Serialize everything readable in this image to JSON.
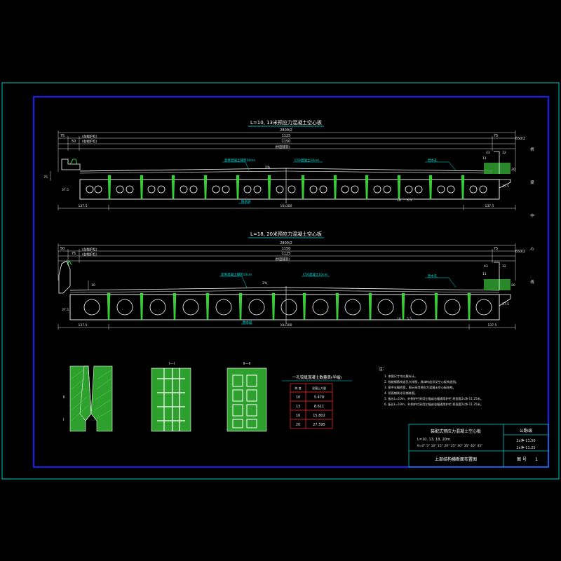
{
  "colors": {
    "background": "#000000",
    "outer_frame": "#00c8c8",
    "inner_frame": "#1a1aff",
    "concrete": "#ffffff",
    "dimension": "#e0e0e0",
    "hinge_fill": "#30d030",
    "leader": "#00e5e5",
    "table_line": "#ff3030"
  },
  "section1": {
    "title": "L=10, 13米预应力混凝土空心板",
    "total_width": "2800/2",
    "d_left_edge": "75",
    "d_left_kerb": "50",
    "d_right_edge": "75",
    "d_right_half": "650/2",
    "d_deck_1": "1125",
    "d_deck_2": "1150",
    "lbl_kerb_a": "(左幅护栏)",
    "lbl_kerb_b": "(右幅护栏)",
    "lbl_deck": "(桥面铺装)",
    "lbl_asphalt": "沥青混凝土铺装10cm",
    "lbl_c50": "C50混凝土10cm",
    "lbl_hinge": "铰缝钢筋",
    "lbl_drain": "泄水孔",
    "lbl_waterproof": "防水层",
    "slope": "2%",
    "d_left_side": "137.5",
    "d_spans": "10x100",
    "d_right_side": "137.5",
    "d_h1": "37.5",
    "d_h2": "37.5",
    "d_c1": "43",
    "d_c2": "32",
    "d_c3": "11",
    "d_c4": "20",
    "d_b1": "10",
    "d_b2": "5.5"
  },
  "section2": {
    "title": "L=18, 20米预应力混凝土空心板",
    "total_width": "2800/2",
    "d_left_edge": "50",
    "d_left_kerb": "75",
    "d_right_edge": "75",
    "d_right_half": "650/2",
    "d_deck_1": "1150",
    "d_deck_2": "1125",
    "lbl_kerb_a": "(左幅护栏)",
    "lbl_kerb_b": "(右幅护栏)",
    "lbl_deck": "(桥面铺装)",
    "lbl_asphalt": "沥青混凝土铺装10cm",
    "lbl_c50": "C50混凝土10cm",
    "lbl_hinge": "铰缝钢筋",
    "lbl_drain": "泄水孔",
    "lbl_waterproof": "防水层",
    "slope": "2%",
    "d_left_side": "137.5",
    "d_spans": "10x100",
    "d_right_side": "137.5",
    "d_h1": "37.5",
    "d_h2": "37.5",
    "d_c1": "43",
    "d_c2": "32",
    "d_c3": "11",
    "d_c4": "20",
    "d_b1": "10",
    "d_b2": "5.5"
  },
  "side_note": "桥 梁 中 心 线",
  "details": {
    "label_1": "Ⅰ—Ⅰ",
    "label_2": "Ⅱ—Ⅱ"
  },
  "volume_table": {
    "title": "一孔铰缝混凝土数量表(半幅)",
    "headers": [
      "跨 度\n(m)",
      "混凝土方量\n(m3)"
    ],
    "rows": [
      [
        "10",
        "5.478"
      ],
      [
        "13",
        "8.611"
      ],
      [
        "16",
        "15.802"
      ],
      [
        "20",
        "27.595"
      ]
    ]
  },
  "notes": {
    "heading": "注：",
    "lines": [
      "1. 本图尺寸均以厘米计。",
      "2. 铰缝钢筋构造见大样图，具体构造详见空心板构造图。",
      "3. 图中半幅桥宽，图示采用预应力混凝土空心板结构。",
      "4. 桥面铺装详见铺装图。",
      "5. 板长L=10m，外侧护栏采用左幅或右幅通用护栏 桥面宽2x净-11.25米。",
      "6. 板长L=18m，外侧护栏采用左幅或右幅通用护栏 桥面宽2x净-11.25米。"
    ]
  },
  "title_block": {
    "project": "装配式预应力混凝土空心板",
    "spans": "L=10, 13, 18, 20m",
    "skews": "θ=0° 5° 10° 15° 20° 25° 30° 35° 40° 45°",
    "road_class": "公路Ⅰ级",
    "width_1": "2x净-11.50",
    "width_2": "2x净-11.25",
    "drawing_name": "上部结构横断面布置图",
    "drawing_no_label": "图 号",
    "drawing_no": "1"
  }
}
